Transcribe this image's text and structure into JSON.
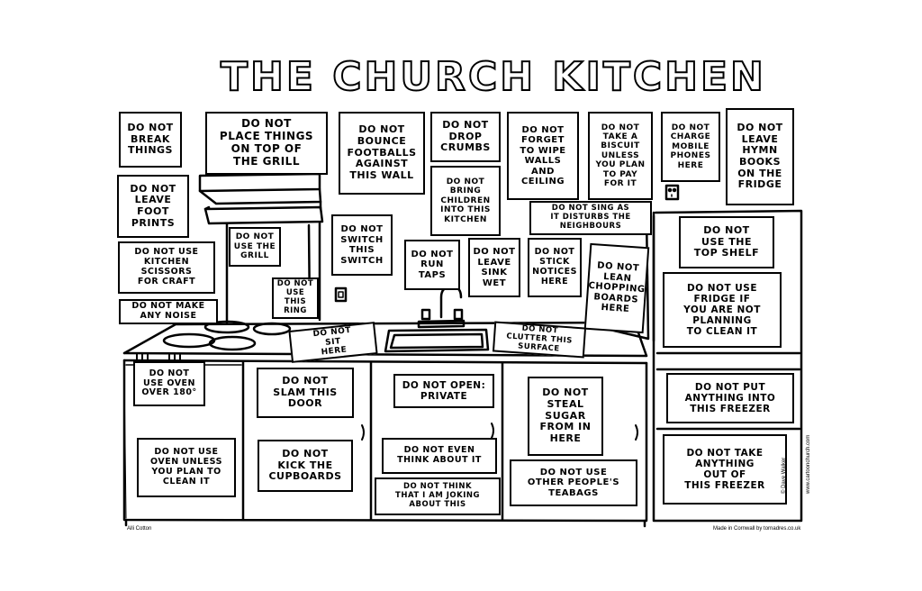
{
  "title": "THE CHURCH KITCHEN",
  "notes": {
    "break_things": "DO NOT\nBREAK\nTHINGS",
    "place_things_grill": "DO NOT\nPLACE THINGS\nON TOP OF\nTHE GRILL",
    "bounce_footballs": "DO NOT\nBOUNCE\nFOOTBALLS\nAGAINST\nTHIS WALL",
    "drop_crumbs": "DO NOT\nDROP\nCRUMBS",
    "forget_wipe": "DO NOT\nFORGET\nTO WIPE\nWALLS\nAND\nCEILING",
    "take_biscuit": "DO NOT\nTAKE A\nBISCUIT\nUNLESS\nYOU PLAN\nTO PAY\nFOR IT",
    "charge_phones": "DO NOT\nCHARGE\nMOBILE\nPHONES\nHERE",
    "hymn_books": "DO NOT\nLEAVE\nHYMN\nBOOKS\nON THE\nFRIDGE",
    "foot_prints": "DO NOT\nLEAVE\nFOOT\nPRINTS",
    "bring_children": "DO NOT\nBRING\nCHILDREN\nINTO THIS\nKITCHEN",
    "sing": "DO NOT SING AS\nIT DISTURBS THE\nNEIGHBOURS",
    "use_grill": "DO NOT\nUSE THE\nGRILL",
    "switch": "DO NOT\nSWITCH\nTHIS\nSWITCH",
    "run_taps": "DO NOT\nRUN\nTAPS",
    "leave_sink_wet": "DO NOT\nLEAVE\nSINK\nWET",
    "stick_notices": "DO NOT\nSTICK\nNOTICES\nHERE",
    "lean_boards": "DO NOT\nLEAN\nCHOPPING\nBOARDS\nHERE",
    "top_shelf": "DO NOT\nUSE THE\nTOP SHELF",
    "scissors": "DO NOT USE\nKITCHEN\nSCISSORS\nFOR CRAFT",
    "use_ring": "DO NOT\nUSE\nTHIS\nRING",
    "fridge_clean": "DO NOT USE\nFRIDGE IF\nYOU ARE NOT\nPLANNING\nTO CLEAN IT",
    "make_noise": "DO NOT MAKE\nANY NOISE",
    "sit_here": "DO NOT\nSIT\nHERE",
    "clutter_surface": "DO NOT\nCLUTTER THIS\nSURFACE",
    "oven_180": "DO NOT\nUSE OVEN\nOVER 180°",
    "slam_door": "DO NOT\nSLAM THIS\nDOOR",
    "open_private": "DO NOT OPEN:\nPRIVATE",
    "steal_sugar": "DO NOT\nSTEAL\nSUGAR\nFROM IN\nHERE",
    "put_freezer": "DO NOT PUT\nANYTHING INTO\nTHIS FREEZER",
    "oven_clean": "DO NOT USE\nOVEN UNLESS\nYOU PLAN TO\nCLEAN IT",
    "kick_cupboards": "DO NOT\nKICK THE\nCUPBOARDS",
    "think_about": "DO NOT EVEN\nTHINK ABOUT IT",
    "teabags": "DO NOT USE\nOTHER PEOPLE'S\nTEABAGS",
    "joking": "DO NOT THINK\nTHAT I AM JOKING\nABOUT THIS",
    "take_freezer": "DO NOT TAKE\nANYTHING\nOUT OF\nTHIS FREEZER"
  },
  "credits": {
    "left": "Alli Cotton",
    "right": "Made in Cornwall by tornadres.co.uk",
    "side_1": "© Dave Walker",
    "side_2": "www.cartoonchurch.com"
  }
}
